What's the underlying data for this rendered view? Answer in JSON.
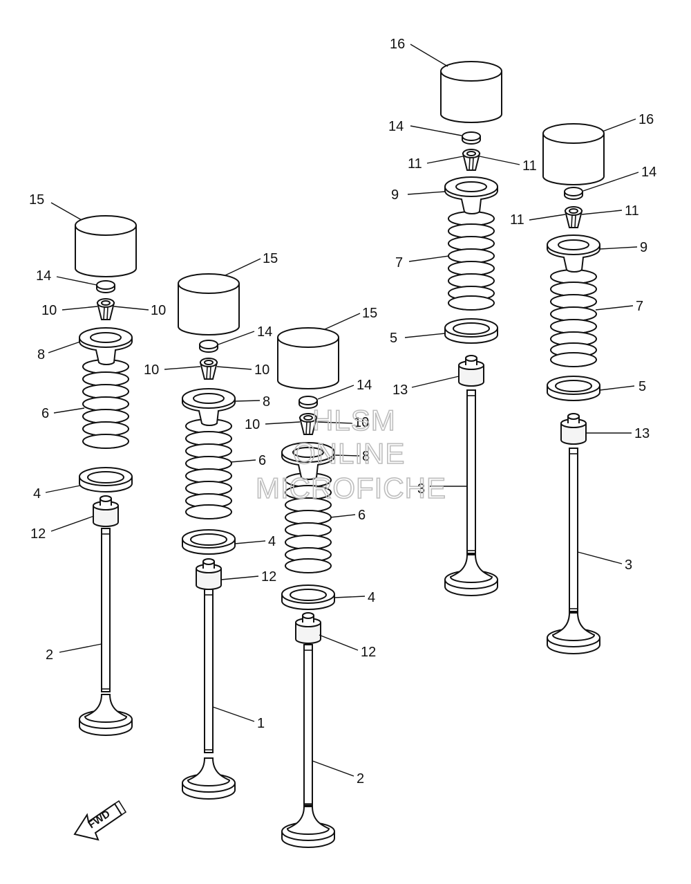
{
  "callouts": [
    {
      "id": "c15a",
      "text": "15"
    },
    {
      "id": "c14a",
      "text": "14"
    },
    {
      "id": "c10a",
      "text": "10"
    },
    {
      "id": "c10b",
      "text": "10"
    },
    {
      "id": "c8a",
      "text": "8"
    },
    {
      "id": "c6a",
      "text": "6"
    },
    {
      "id": "c4a",
      "text": "4"
    },
    {
      "id": "c12a",
      "text": "12"
    },
    {
      "id": "c2a",
      "text": "2"
    },
    {
      "id": "c15b",
      "text": "15"
    },
    {
      "id": "c14b",
      "text": "14"
    },
    {
      "id": "c10c",
      "text": "10"
    },
    {
      "id": "c10d",
      "text": "10"
    },
    {
      "id": "c8b",
      "text": "8"
    },
    {
      "id": "c6b",
      "text": "6"
    },
    {
      "id": "c4b",
      "text": "4"
    },
    {
      "id": "c12b",
      "text": "12"
    },
    {
      "id": "c1",
      "text": "1"
    },
    {
      "id": "c15c",
      "text": "15"
    },
    {
      "id": "c14c",
      "text": "14"
    },
    {
      "id": "c10e",
      "text": "10"
    },
    {
      "id": "c10f",
      "text": "10"
    },
    {
      "id": "c8c",
      "text": "8"
    },
    {
      "id": "c6c",
      "text": "6"
    },
    {
      "id": "c4c",
      "text": "4"
    },
    {
      "id": "c12c",
      "text": "12"
    },
    {
      "id": "c2b",
      "text": "2"
    },
    {
      "id": "c16a",
      "text": "16"
    },
    {
      "id": "c14d",
      "text": "14"
    },
    {
      "id": "c11a",
      "text": "11"
    },
    {
      "id": "c11b",
      "text": "11"
    },
    {
      "id": "c9a",
      "text": "9"
    },
    {
      "id": "c7a",
      "text": "7"
    },
    {
      "id": "c5a",
      "text": "5"
    },
    {
      "id": "c13a",
      "text": "13"
    },
    {
      "id": "c3a",
      "text": "3"
    },
    {
      "id": "c16b",
      "text": "16"
    },
    {
      "id": "c14e",
      "text": "14"
    },
    {
      "id": "c11c",
      "text": "11"
    },
    {
      "id": "c11d",
      "text": "11"
    },
    {
      "id": "c9b",
      "text": "9"
    },
    {
      "id": "c7b",
      "text": "7"
    },
    {
      "id": "c5b",
      "text": "5"
    },
    {
      "id": "c13b",
      "text": "13"
    },
    {
      "id": "c3b",
      "text": "3"
    }
  ],
  "fwd_label": "FWD",
  "watermark": [
    "HLSM",
    "ONLINE",
    "MICROFICHE"
  ]
}
